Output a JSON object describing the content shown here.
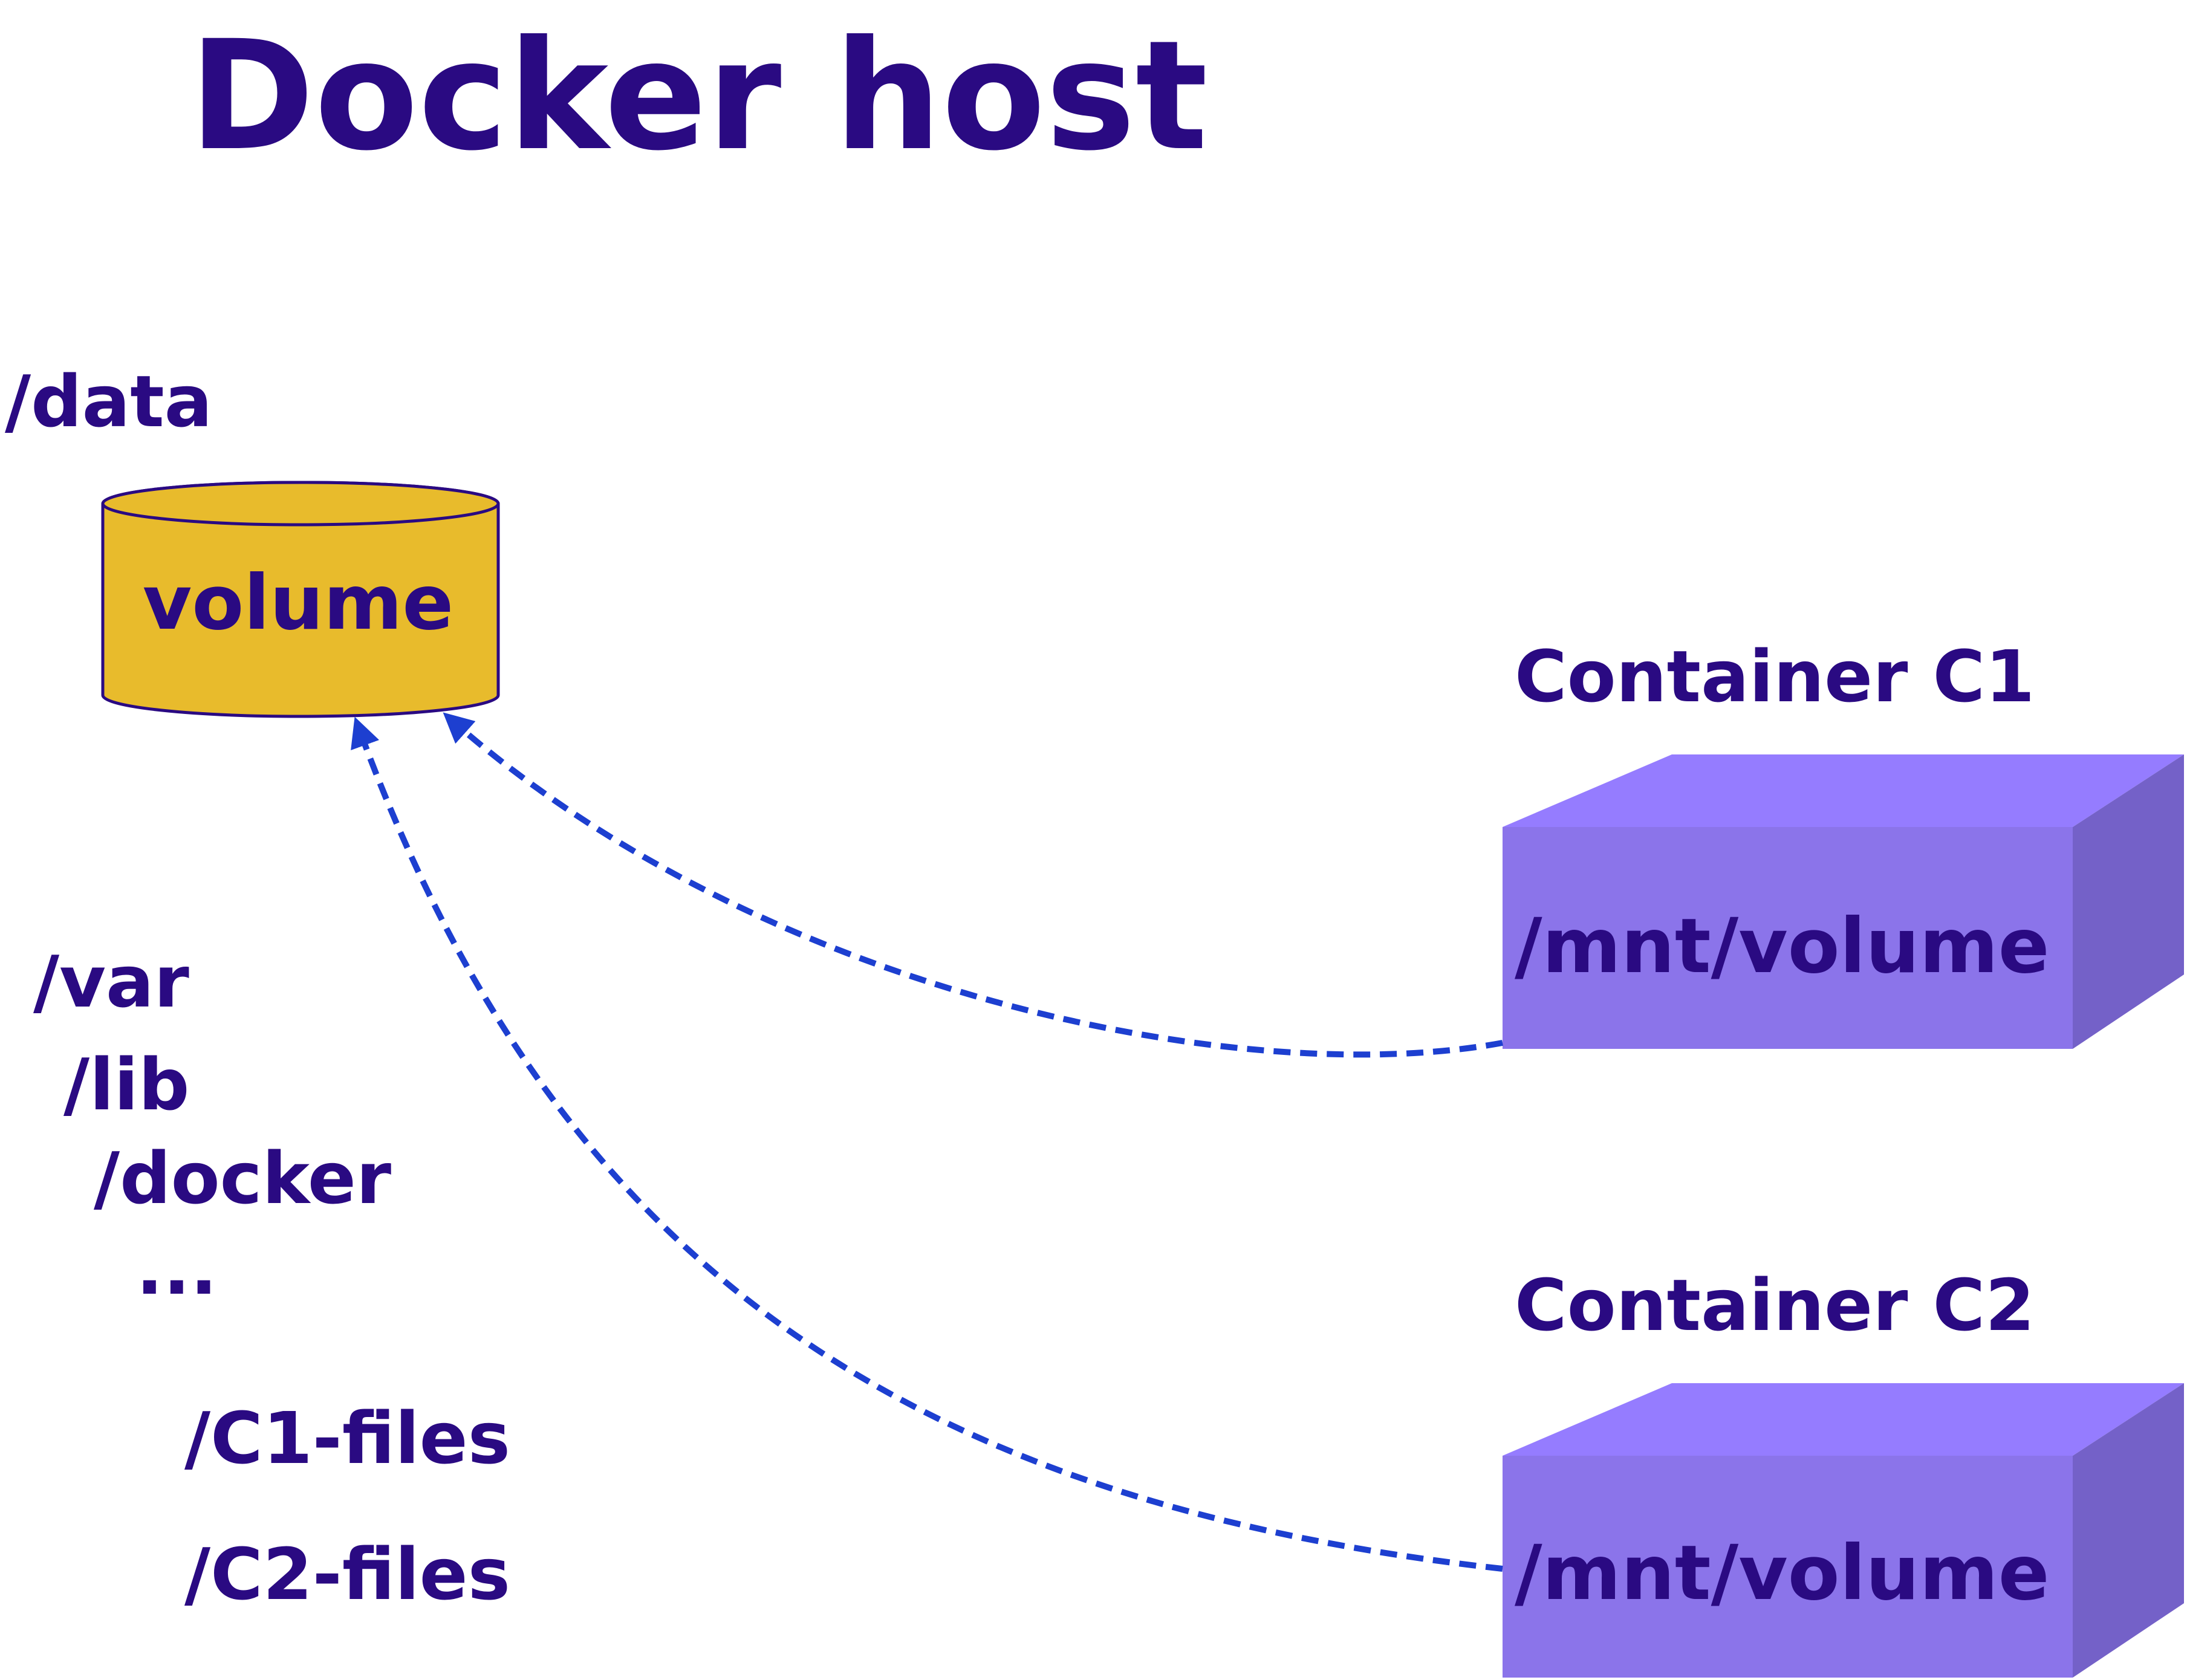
{
  "title": "Docker host",
  "host": {
    "mount_label": "/data",
    "volume_label": "volume",
    "path_lines": [
      "/var",
      "/lib",
      "/docker",
      "...",
      "/C1-files",
      "/C2-files"
    ]
  },
  "containers": [
    {
      "name": "Container C1",
      "mount": "/mnt/volume"
    },
    {
      "name": "Container C2",
      "mount": "/mnt/volume"
    }
  ],
  "colors": {
    "text": "#2a0a82",
    "volume_fill": "#e8bb2c",
    "volume_stroke": "#2a0a82",
    "box_front": "#8b74ea",
    "box_top": "#957cff",
    "box_side": "#7461c8",
    "arrow": "#1d3fd0"
  }
}
